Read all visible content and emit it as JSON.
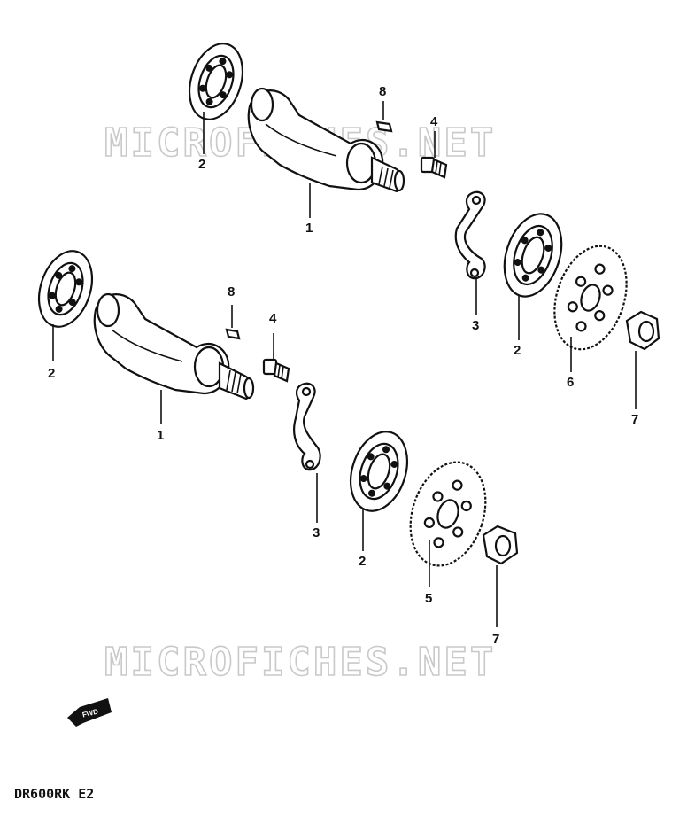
{
  "watermark": {
    "text": "MICROFICHES.NET"
  },
  "model_code": "DR600RK E2",
  "fwd_label": "FWD",
  "callouts": {
    "g1": {
      "crank": "1",
      "bearing_left": "2",
      "key": "8",
      "bolt": "4",
      "bracket": "3",
      "bearing_right": "2",
      "sprocket": "6",
      "nut": "7"
    },
    "g2": {
      "crank": "1",
      "bearing_left": "2",
      "key": "8",
      "bolt": "4",
      "bracket": "3",
      "bearing_right": "2",
      "sprocket": "5",
      "nut": "7"
    }
  }
}
